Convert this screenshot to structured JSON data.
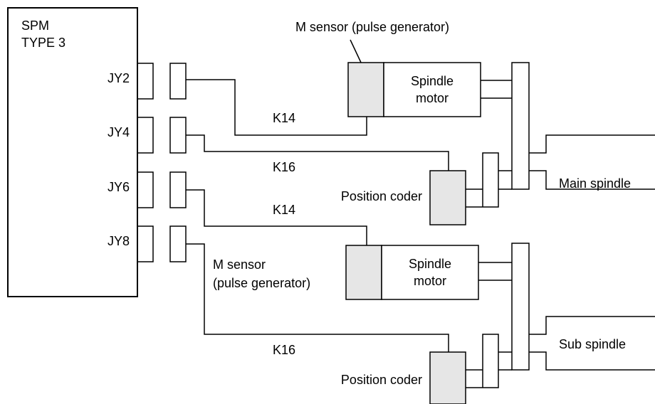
{
  "spm": {
    "title_line1": "SPM",
    "title_line2": "TYPE 3"
  },
  "ports": [
    "JY2",
    "JY4",
    "JY6",
    "JY8"
  ],
  "cables": [
    "K14",
    "K16",
    "K14",
    "K16"
  ],
  "upper": {
    "m_sensor_label": "M sensor (pulse generator)",
    "motor_line1": "Spindle",
    "motor_line2": "motor",
    "coder_label": "Position coder",
    "spindle_label": "Main spindle"
  },
  "lower": {
    "m_sensor_line1": "M sensor",
    "m_sensor_line2": "(pulse generator)",
    "motor_line1": "Spindle",
    "motor_line2": "motor",
    "coder_label": "Position coder",
    "spindle_label": "Sub spindle"
  }
}
